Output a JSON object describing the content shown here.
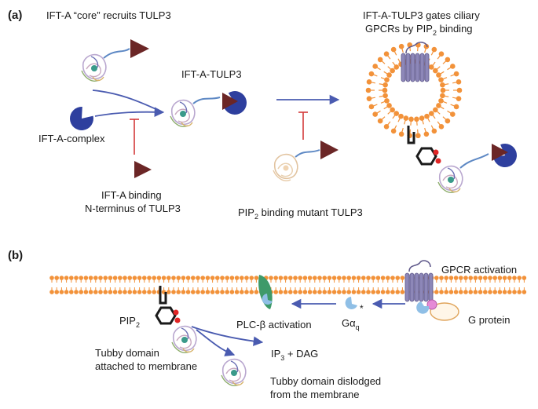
{
  "panel_a": {
    "tag": "(a)",
    "core_recruits": "IFT-A “core” recruits TULP3",
    "ift_a_tulp3": "IFT-A-TULP3",
    "gates_line1": "IFT-A-TULP3 gates ciliary",
    "gates_line2_pre": "GPCRs by PIP",
    "gates_line2_sub": "2",
    "gates_line2_post": " binding",
    "ift_a_complex": "IFT-A-complex",
    "nterm_line1": "IFT-A binding",
    "nterm_line2": "N-terminus of TULP3",
    "mutant_pre": "PIP",
    "mutant_sub": "2",
    "mutant_post": " binding mutant TULP3"
  },
  "panel_b": {
    "tag": "(b)",
    "gpcr_activation": "GPCR activation",
    "g_protein": "G protein",
    "plc_activation": "PLC-β activation",
    "galpha_pre": "Gα",
    "galpha_sub": "q",
    "pip2_pre": "PIP",
    "pip2_sub": "2",
    "ip3_pre": "IP",
    "ip3_sub": "3",
    "ip3_post": " + DAG",
    "attached_line1": "Tubby domain",
    "attached_line2": "attached to membrane",
    "dislodged_line1": "Tubby domain dislodged",
    "dislodged_line2": "from the membrane",
    "star": "*"
  },
  "colors": {
    "ift_a_blue": "#2e3f9e",
    "tulp3_triangle": "#6b2626",
    "membrane_orange": "#f2923a",
    "arrow_blue": "#4a5bb0",
    "inhibit_red": "#d43a3a",
    "gpcr_lavender": "#8d87b8",
    "plc_green": "#3e9a6a",
    "galpha_lightblue": "#8fbfe6",
    "gprotein_pink": "#e58ad6"
  }
}
